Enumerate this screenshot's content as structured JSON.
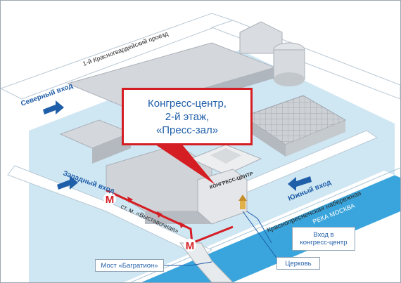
{
  "labels": {
    "street_north": "1-й Красногвардейский проезд",
    "entrance_north": "Северный вход",
    "entrance_west": "Западный вход",
    "entrance_south": "Южный вход",
    "embankment": "Краснопресненская набережная",
    "river": "РЕКА МОСКВА",
    "metro_route": "ст. м. «Выставочная»",
    "building_tag": "КОНГРЕСС-ЦЕНТР"
  },
  "callout": {
    "line1": "Конгресс-центр,",
    "line2": "2-й этаж,",
    "line3": "«Пресс-зал»"
  },
  "tags": {
    "entrance_line1": "Вход в",
    "entrance_line2": "конгресс-центр",
    "church": "Церковь",
    "bridge": "Мост «Багратион»"
  },
  "metro_letter": "М",
  "colors": {
    "river_blue": "#3aa5dc",
    "ground_blue": "#cfe6f3",
    "road": "#ffffff",
    "building": "#c8ccd0",
    "route_red": "#d51d24",
    "text_blue": "#1f5ea8"
  },
  "icons": [
    "arrow-icon",
    "metro-icon",
    "church-icon"
  ]
}
